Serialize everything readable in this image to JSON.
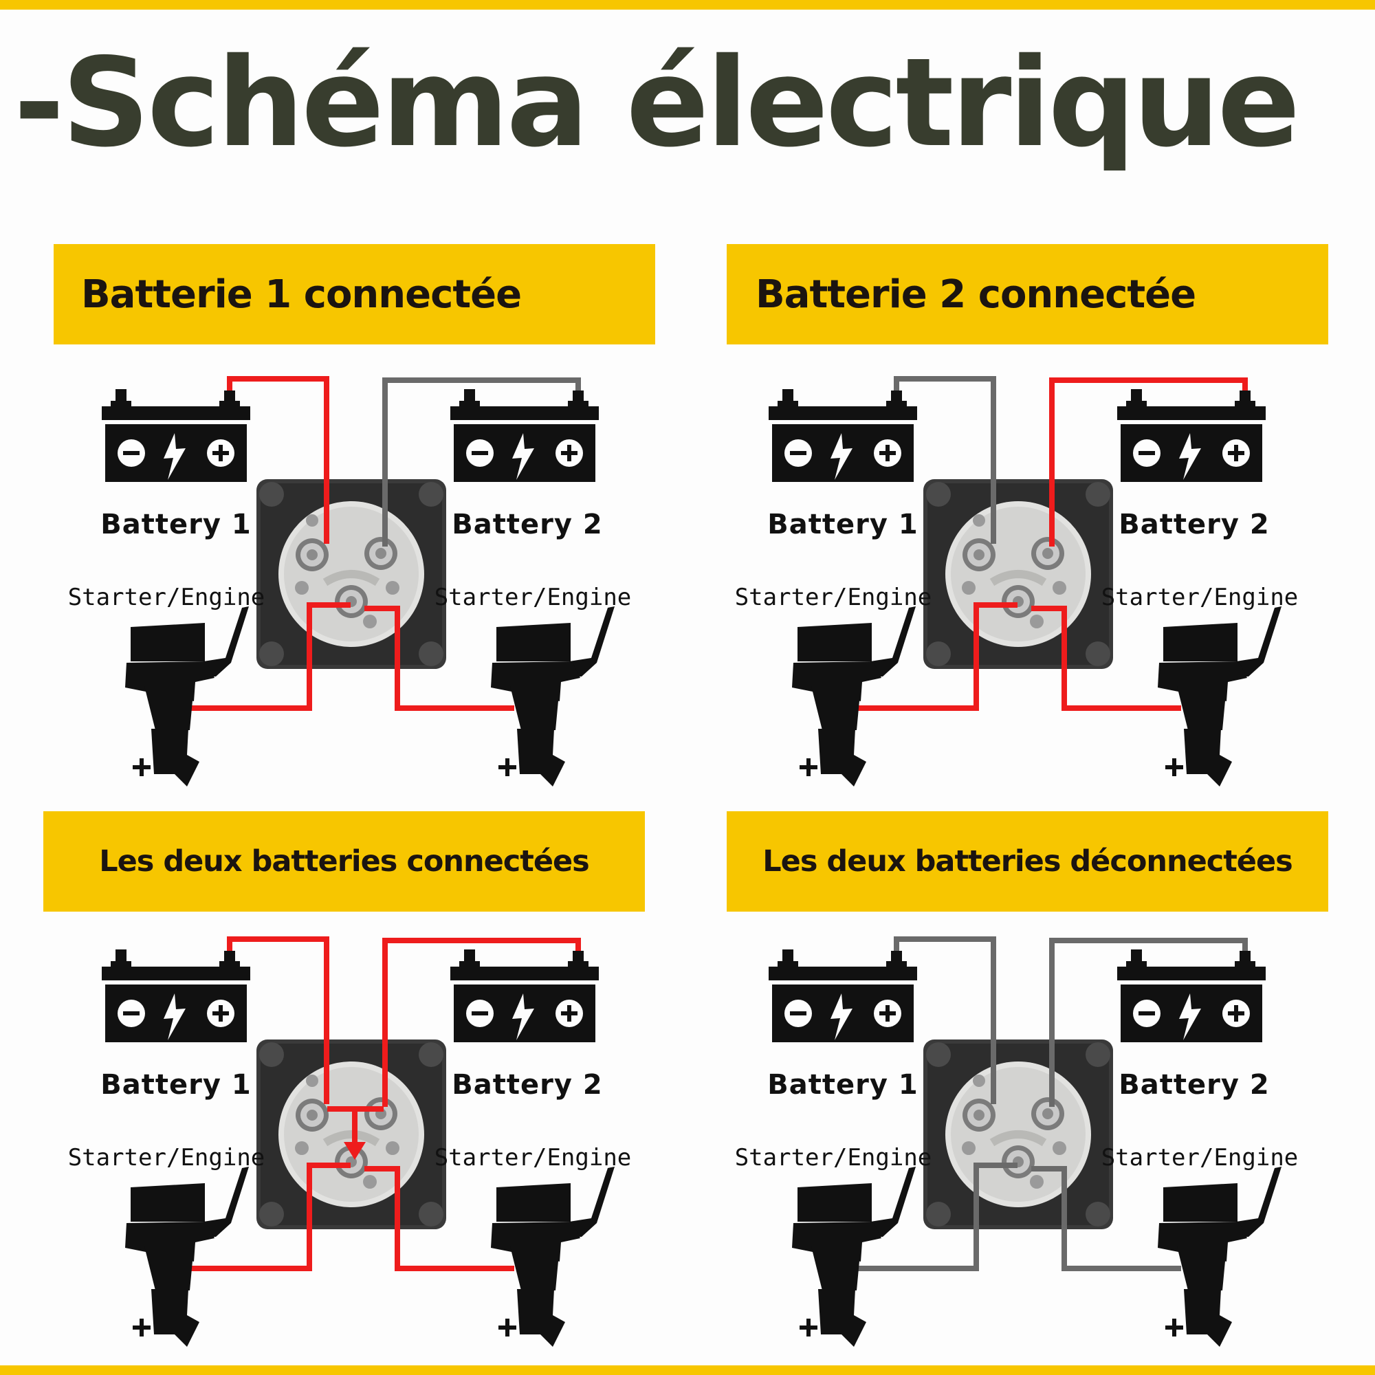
{
  "title": "-Schéma électrique",
  "colors": {
    "accent": "#f7c600",
    "title": "#383d2e",
    "live_wire": "#ee1c1c",
    "dead_wire": "#6a6a6a"
  },
  "panels": [
    {
      "heading": "Batterie 1 connectée",
      "battery_left": "Battery 1",
      "battery_right": "Battery 2",
      "engine_left": "Starter/Engine",
      "engine_right": "Starter/Engine",
      "wires": {
        "battery1": "live",
        "battery2": "dead",
        "engine_left": "live",
        "engine_right": "live"
      },
      "bridge_arrow": false
    },
    {
      "heading": "Batterie 2 connectée",
      "battery_left": "Battery 1",
      "battery_right": "Battery 2",
      "engine_left": "Starter/Engine",
      "engine_right": "Starter/Engine",
      "wires": {
        "battery1": "dead",
        "battery2": "live",
        "engine_left": "live",
        "engine_right": "live"
      },
      "bridge_arrow": false
    },
    {
      "heading": "Les deux batteries connectées",
      "battery_left": "Battery 1",
      "battery_right": "Battery 2",
      "engine_left": "Starter/Engine",
      "engine_right": "Starter/Engine",
      "wires": {
        "battery1": "live",
        "battery2": "live",
        "engine_left": "live",
        "engine_right": "live"
      },
      "bridge_arrow": true
    },
    {
      "heading": "Les deux batteries déconnectées",
      "battery_left": "Battery 1",
      "battery_right": "Battery 2",
      "engine_left": "Starter/Engine",
      "engine_right": "Starter/Engine",
      "wires": {
        "battery1": "dead",
        "battery2": "dead",
        "engine_left": "dead",
        "engine_right": "dead"
      },
      "bridge_arrow": false
    }
  ]
}
